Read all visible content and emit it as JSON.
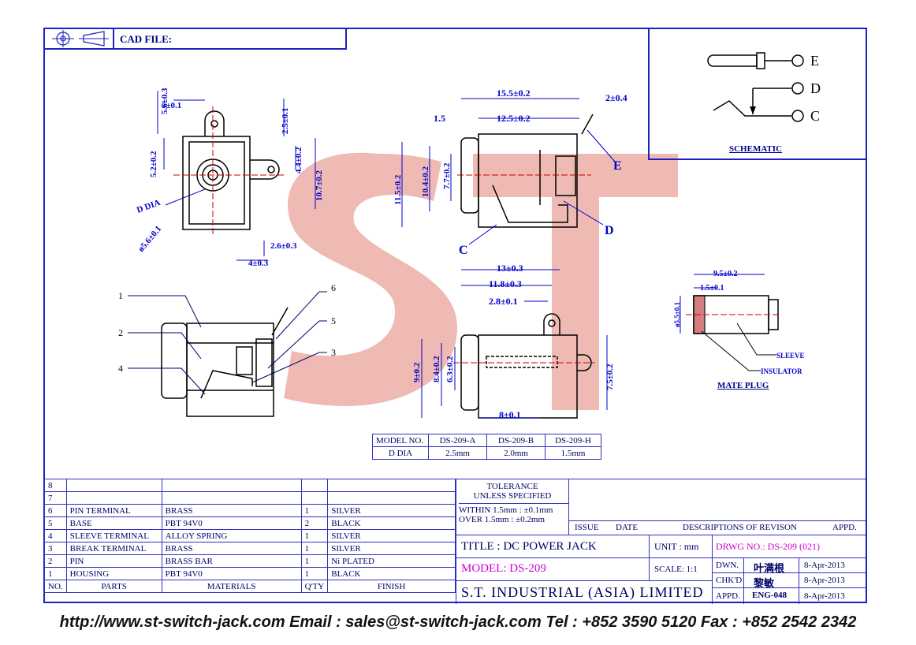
{
  "header": {
    "cad_file": "CAD FILE:"
  },
  "schematic": {
    "label": "SCHEMATIC",
    "pins": [
      "E",
      "D",
      "C"
    ]
  },
  "watermark": "ST",
  "dims_top_left": [
    "5.6±0.3",
    "5±0.1",
    "2.5±0.1",
    "5.2±0.2",
    "4.4±0.2",
    "10.7±0.2",
    "D DIA",
    "ø5.6±0.1",
    "2.6±0.3",
    "4±0.3"
  ],
  "dims_top_right": [
    "15.5±0.2",
    "2±0.4",
    "1.5",
    "12.5±0.2",
    "11.5±0.2",
    "10.4±0.2",
    "7.7±0.2",
    "E",
    "D",
    "C"
  ],
  "dims_mid": [
    "13±0.3",
    "11.8±0.3",
    "2.8±0.1",
    "9±0.2",
    "8.4±0.2",
    "6.3±0.2",
    "7.5±0.2",
    "8±0.1"
  ],
  "callouts": [
    "1",
    "2",
    "3",
    "4",
    "5",
    "6"
  ],
  "mate_plug": {
    "label": "MATE PLUG",
    "dims": [
      "9.5±0.2",
      "1.5±0.1",
      "ø5.5±0.1"
    ],
    "sleeve": "SLEEVE",
    "insulator": "INSULATOR"
  },
  "model_table": {
    "headers": [
      "MODEL NO.",
      "DS-209-A",
      "DS-209-B",
      "DS-209-H"
    ],
    "row": [
      "D DIA",
      "2.5mm",
      "2.0mm",
      "1.5mm"
    ]
  },
  "bom": {
    "rows": [
      {
        "no": "8",
        "part": "",
        "material": "",
        "qty": "",
        "finish": ""
      },
      {
        "no": "7",
        "part": "",
        "material": "",
        "qty": "",
        "finish": ""
      },
      {
        "no": "6",
        "part": "PIN TERMINAL",
        "material": "BRASS",
        "qty": "1",
        "finish": "SILVER"
      },
      {
        "no": "5",
        "part": "BASE",
        "material": "PBT 94V0",
        "qty": "2",
        "finish": "BLACK"
      },
      {
        "no": "4",
        "part": "SLEEVE TERMINAL",
        "material": "ALLOY SPRING",
        "qty": "1",
        "finish": "SILVER"
      },
      {
        "no": "3",
        "part": "BREAK TERMINAL",
        "material": "BRASS",
        "qty": "1",
        "finish": "SILVER"
      },
      {
        "no": "2",
        "part": "PIN",
        "material": "BRASS BAR",
        "qty": "1",
        "finish": "Ni PLATED"
      },
      {
        "no": "1",
        "part": "HOUSING",
        "material": "PBT 94V0",
        "qty": "1",
        "finish": "BLACK"
      }
    ],
    "headers": {
      "no": "NO.",
      "part": "PARTS",
      "material": "MATERIALS",
      "qty": "Q'TY",
      "finish": "FINISH"
    }
  },
  "tolerance": {
    "title1": "TOLERANCE",
    "title2": "UNLESS SPECIFIED",
    "line1": "WITHIN 1.5mm : ±0.1mm",
    "line2": "OVER 1.5mm : ±0.2mm"
  },
  "revision": {
    "issue": "ISSUE",
    "date": "DATE",
    "desc": "DESCRIPTIONS OF REVISON",
    "appd": "APPD."
  },
  "title_block": {
    "title": "TITLE : DC POWER JACK",
    "unit": "UNIT : mm",
    "drwg": "DRWG NO.: DS-209 (021)",
    "model": "MODEL: DS-209",
    "scale": "SCALE: 1:1",
    "company": "S.T. INDUSTRIAL (ASIA) LIMITED",
    "dwn_label": "DWN.",
    "dwn_name": "叶满根",
    "dwn_date": "8-Apr-2013",
    "chk_label": "CHK'D",
    "chk_name": "黎敏",
    "chk_date": "8-Apr-2013",
    "appd_label": "APPD.",
    "appd_name": "ENG-048",
    "appd_date": "8-Apr-2013"
  },
  "footer": "http://www.st-switch-jack.com  Email : sales@st-switch-jack.com  Tel : +852 3590 5120  Fax : +852 2542 2342"
}
